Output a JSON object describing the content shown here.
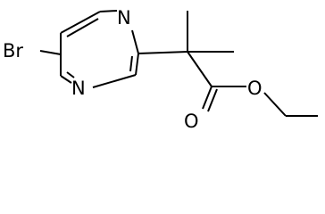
{
  "molecule": {
    "atoms": [
      {
        "id": "br",
        "element": "Br",
        "label": "Br"
      },
      {
        "id": "n1",
        "element": "N",
        "label": "N"
      },
      {
        "id": "n4",
        "element": "N",
        "label": "N"
      },
      {
        "id": "o_carbonyl",
        "element": "O",
        "label": "O"
      },
      {
        "id": "o_ester",
        "element": "O",
        "label": "O"
      }
    ],
    "bond_color": "#000000",
    "label_color": "#000000"
  }
}
